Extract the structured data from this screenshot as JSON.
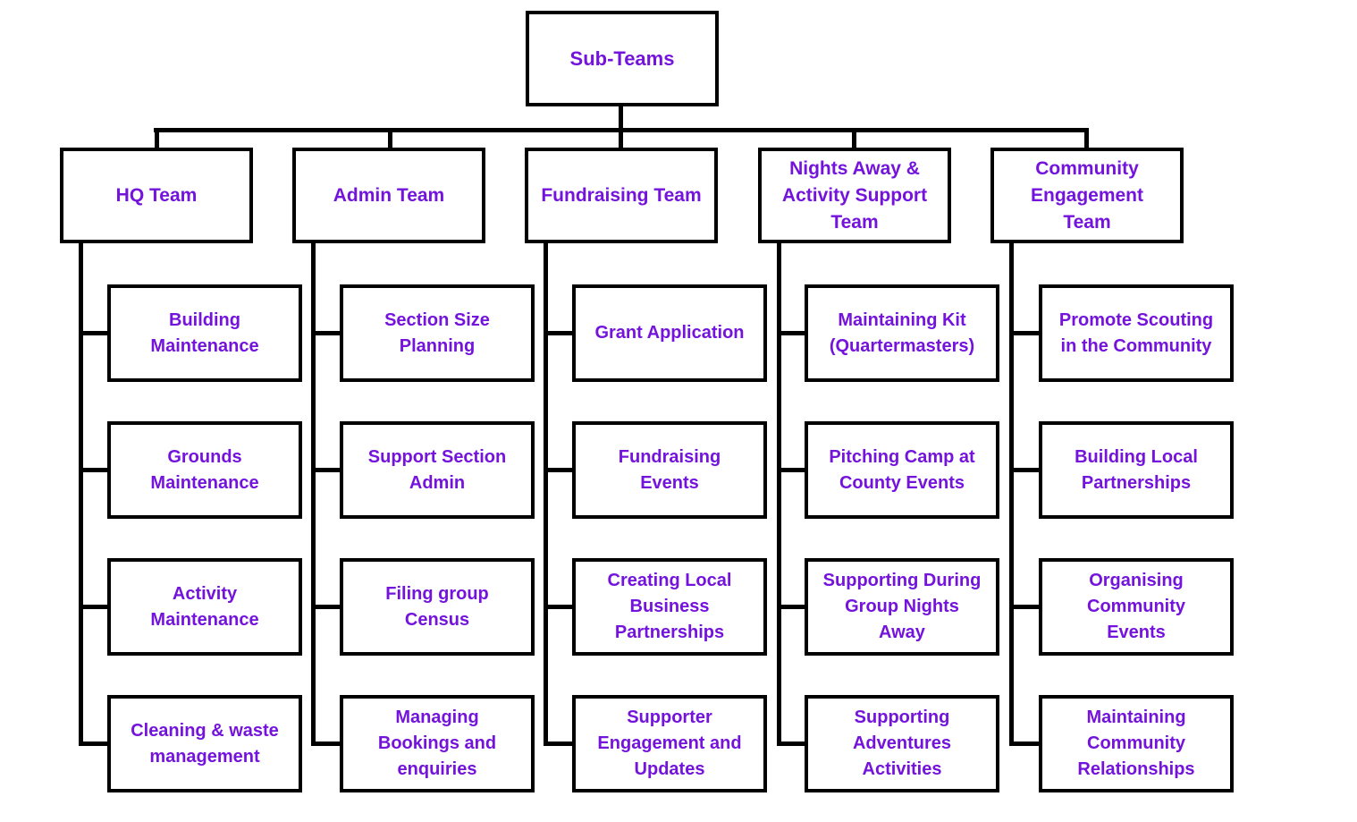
{
  "chart_data": {
    "type": "org-chart",
    "title": "Sub-Teams",
    "root": {
      "label": "Sub-Teams"
    },
    "teams": [
      {
        "label": "HQ Team",
        "children": [
          "Building Maintenance",
          "Grounds Maintenance",
          "Activity Maintenance",
          "Cleaning & waste management"
        ]
      },
      {
        "label": "Admin Team",
        "children": [
          "Section Size Planning",
          "Support Section Admin",
          "Filing group Census",
          "Managing Bookings and enquiries"
        ]
      },
      {
        "label": "Fundraising Team",
        "children": [
          "Grant Application",
          "Fundraising Events",
          "Creating Local Business Partnerships",
          "Supporter Engagement and Updates"
        ]
      },
      {
        "label": "Nights Away & Activity Support Team",
        "children": [
          "Maintaining Kit (Quartermasters)",
          "Pitching Camp at County Events",
          "Supporting During Group Nights Away",
          "Supporting Adventures Activities"
        ]
      },
      {
        "label": "Community Engagement Team",
        "children": [
          "Promote Scouting in the Community",
          "Building Local Partnerships",
          "Organising Community Events",
          "Maintaining Community Relationships"
        ]
      }
    ],
    "colors": {
      "text": "#7413DC",
      "border": "#000000",
      "background": "#FFFFFF"
    },
    "layout_hint": "root top-center; 5 team columns; each team has 4 children attached to a left-side rail"
  }
}
